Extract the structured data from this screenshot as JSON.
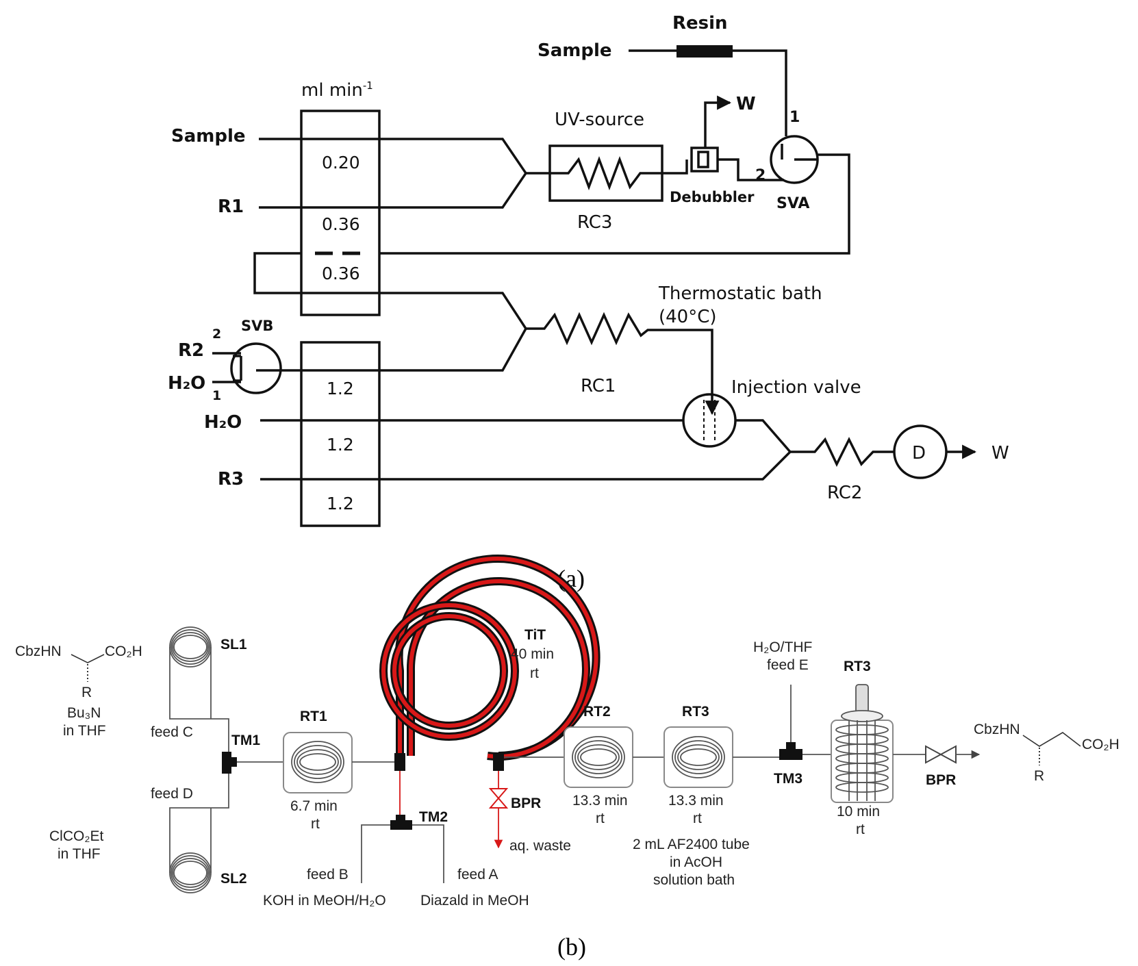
{
  "panel_a": {
    "caption": "(a)",
    "flow_header": "ml min",
    "flow_header_sup": "-1",
    "flow_rates_top": [
      "0.20",
      "0.36",
      "0.36"
    ],
    "flow_rates_bottom": [
      "1.2",
      "1.2",
      "1.2"
    ],
    "inlet_sample": "Sample",
    "inlet_r1": "R1",
    "inlet_r2": "R2",
    "inlet_h2o_svb": "H₂O",
    "inlet_h2o": "H₂O",
    "inlet_r3": "R3",
    "svb_label": "SVB",
    "svb_port2": "2",
    "svb_port1": "1",
    "uv_source": "UV-source",
    "rc3": "RC3",
    "debubbler": "Debubbler",
    "waste_top": "W",
    "sva_label": "SVA",
    "sva_port1": "1",
    "sva_port2": "2",
    "resin": "Resin",
    "resin_sample": "Sample",
    "thermostatic_bath": "Thermostatic bath",
    "bath_temp": "(40°C)",
    "rc1": "RC1",
    "injection_valve": "Injection valve",
    "rc2": "RC2",
    "detector": "D",
    "waste_out": "W"
  },
  "panel_b": {
    "caption": "(b)",
    "reactant_1_left": "CbzHN",
    "reactant_1_right": "CO₂H",
    "reactant_1_r": "R",
    "reagent_base": "Bu₃N",
    "reagent_base_solvent": "in THF",
    "reagent_chloroformate": "ClCO₂Et",
    "reagent_chloroformate_solvent": "in THF",
    "sl1": "SL1",
    "sl2": "SL2",
    "feed_c": "feed C",
    "feed_d": "feed D",
    "tm1": "TM1",
    "rt1": "RT1",
    "rt1_time": "6.7 min",
    "rt1_temp": "rt",
    "tit": "TiT",
    "tit_time": "40 min",
    "tit_temp": "rt",
    "tm2": "TM2",
    "feed_b": "feed B",
    "feed_b_reagent": "KOH in MeOH/H₂O",
    "feed_a": "feed A",
    "feed_a_reagent": "Diazald in MeOH",
    "bpr_red": "BPR",
    "aq_waste": "aq. waste",
    "rt2": "RT2",
    "rt2_time": "13.3 min",
    "rt2_temp": "rt",
    "rt3_coil": "RT3",
    "rt3_coil_time": "13.3 min",
    "rt3_coil_temp": "rt",
    "af_tube_1": "2 mL AF2400 tube",
    "af_tube_2": "in AcOH",
    "af_tube_3": "solution bath",
    "feed_e_solvent": "H₂O/THF",
    "feed_e": "feed E",
    "tm3": "TM3",
    "rt3_photo": "RT3",
    "rt3_photo_time": "10 min",
    "rt3_photo_temp": "rt",
    "bpr_out": "BPR",
    "product_left": "CbzHN",
    "product_right": "CO₂H",
    "product_r": "R"
  },
  "colors": {
    "line_dark": "#111111",
    "line_grey": "#555555",
    "diazomethane_tube": "#d81818"
  }
}
